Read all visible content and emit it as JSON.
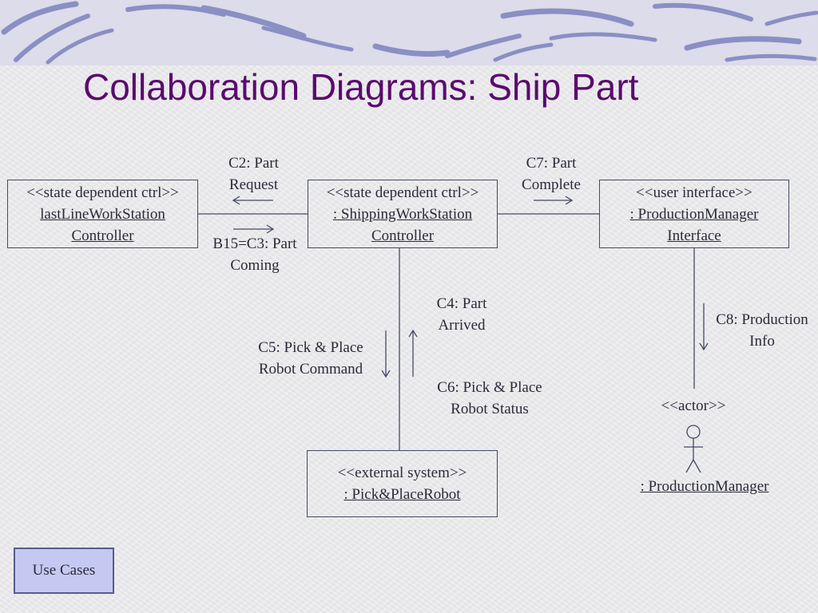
{
  "slide": {
    "title": "Collaboration Diagrams: Ship Part",
    "use_cases_button": "Use Cases"
  },
  "objects": {
    "lastline": {
      "stereotype": "<<state dependent ctrl>>",
      "name_line1": "lastLineWorkStation",
      "name_line2": "Controller"
    },
    "shipping": {
      "stereotype": "<<state dependent ctrl>>",
      "name_line1": ": ShippingWorkStation",
      "name_line2": "Controller"
    },
    "prodmgr_interface": {
      "stereotype": "<<user interface>>",
      "name_line1": ": ProductionManager",
      "name_line2": "Interface"
    },
    "robot": {
      "stereotype": "<<external system>>",
      "name_line1": ": Pick&PlaceRobot"
    },
    "actor": {
      "stereotype": "<<actor>>",
      "name": ": ProductionManager"
    }
  },
  "messages": {
    "c2": {
      "line1": "C2: Part",
      "line2": "Request"
    },
    "b15": {
      "line1": "B15=C3: Part",
      "line2": "Coming"
    },
    "c7": {
      "line1": "C7: Part",
      "line2": "Complete"
    },
    "c4": {
      "line1": "C4: Part",
      "line2": "Arrived"
    },
    "c5": {
      "line1": "C5: Pick & Place",
      "line2": "Robot Command"
    },
    "c6": {
      "line1": "C6: Pick & Place",
      "line2": "Robot Status"
    },
    "c8": {
      "line1": "C8: Production",
      "line2": "Info"
    }
  },
  "colors": {
    "title": "#5b0a6e",
    "banner_stroke": "#8a8fc4",
    "button_fill": "#c5c8f0",
    "box_border": "#444a66"
  }
}
